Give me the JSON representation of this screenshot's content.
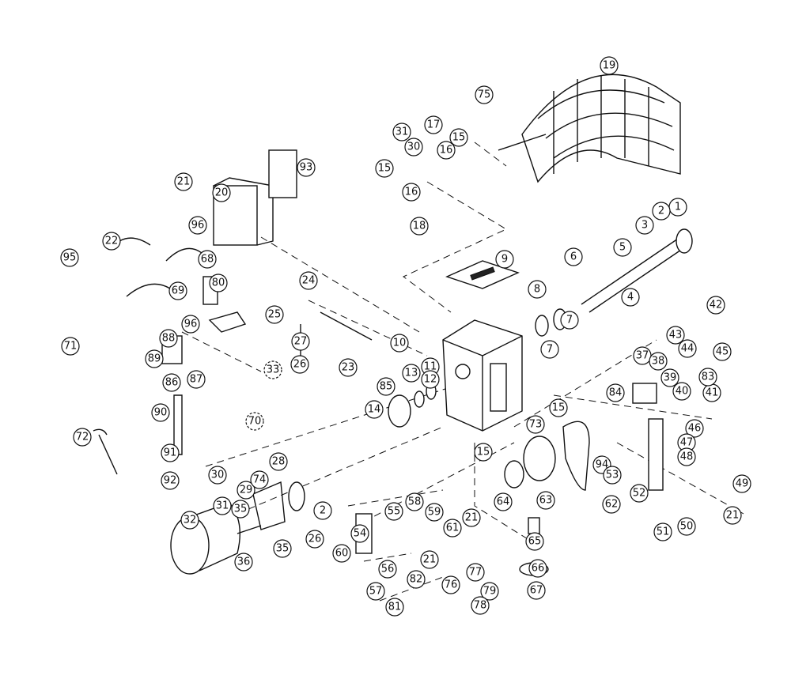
{
  "diagram": {
    "type": "exploded parts diagram",
    "callouts": [
      "19",
      "75",
      "31",
      "17",
      "30",
      "16",
      "15",
      "15",
      "16",
      "18",
      "93",
      "21",
      "20",
      "96",
      "22",
      "68",
      "95",
      "69",
      "80",
      "9",
      "1",
      "2",
      "3",
      "5",
      "6",
      "4",
      "8",
      "7",
      "7",
      "24",
      "25",
      "27",
      "26",
      "23",
      "96",
      "33",
      "70",
      "88",
      "89",
      "86",
      "87",
      "71",
      "90",
      "72",
      "91",
      "92",
      "10",
      "11",
      "12",
      "13",
      "85",
      "14",
      "42",
      "43",
      "44",
      "45",
      "37",
      "38",
      "39",
      "40",
      "41",
      "83",
      "84",
      "46",
      "47",
      "48",
      "94",
      "53",
      "52",
      "73",
      "15",
      "15",
      "64",
      "63",
      "62",
      "49",
      "51",
      "50",
      "21",
      "30",
      "31",
      "35",
      "29",
      "74",
      "28",
      "2",
      "32",
      "36",
      "35",
      "26",
      "55",
      "58",
      "59",
      "61",
      "21",
      "54",
      "60",
      "21",
      "56",
      "82",
      "65",
      "66",
      "67",
      "57",
      "81",
      "76",
      "77",
      "79",
      "78"
    ]
  }
}
